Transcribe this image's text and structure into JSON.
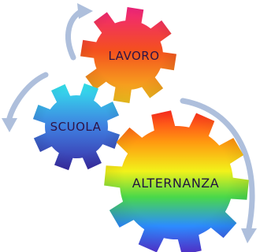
{
  "gears": {
    "lavoro": {
      "label": "LAVORO"
    },
    "scuola": {
      "label": "SCUOLA"
    },
    "alternanza": {
      "label": "ALTERNANZA"
    }
  },
  "colors": {
    "arrow": "#aebfdc",
    "lavoro_top": "#f0237d",
    "lavoro_bottom": "#f7c81e",
    "scuola_top": "#31e3f0",
    "scuola_bottom": "#3b2fa8",
    "alternanza_spectrum": [
      "#ff2a1e",
      "#ff9a10",
      "#f2f21a",
      "#49d84a",
      "#2c8cff",
      "#5a2dd6"
    ]
  }
}
